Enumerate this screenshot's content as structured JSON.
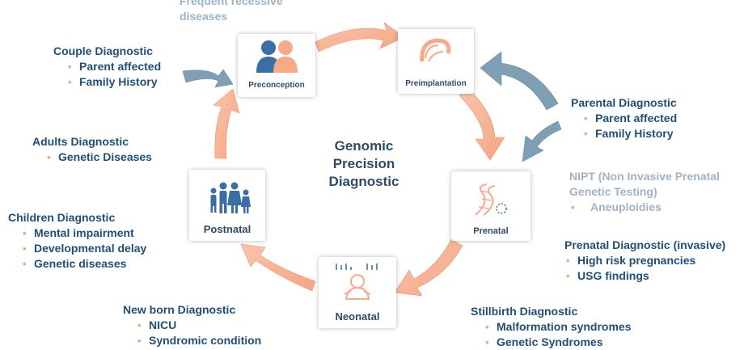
{
  "center": {
    "line1": "Genomic",
    "line2": "Precision",
    "line3": "Diagnostic"
  },
  "nodes": {
    "preconception": "Preconception",
    "preimplantation": "Preimplantation",
    "prenatal": "Prenatal",
    "neonatal": "Neonatal",
    "postnatal": "Postnatal"
  },
  "blocks": {
    "top_fragment": {
      "line1": "Frequent recessive",
      "line2": "diseases"
    },
    "couple": {
      "title": "Couple Diagnostic",
      "items": [
        "Parent affected",
        "Family History"
      ]
    },
    "parental": {
      "title": "Parental Diagnostic",
      "items": [
        "Parent affected",
        "Family History"
      ]
    },
    "adults": {
      "title": "Adults Diagnostic",
      "items": [
        "Genetic Diseases"
      ]
    },
    "nipt": {
      "line1": "NIPT (Non Invasive Prenatal",
      "line2": "Genetic Testing)",
      "items": [
        "Aneuploidies"
      ]
    },
    "children": {
      "title": "Children Diagnostic",
      "items": [
        "Mental impairment",
        "Developmental delay",
        "Genetic diseases"
      ]
    },
    "prenatal_invasive": {
      "title": "Prenatal Diagnostic (invasive)",
      "items": [
        "High risk pregnancies",
        "USG findings"
      ]
    },
    "newborn": {
      "title": "New born Diagnostic",
      "items": [
        "NICU",
        "Syndromic condition"
      ]
    },
    "stillbirth": {
      "title": "Stillbirth Diagnostic",
      "items": [
        "Malformation syndromes",
        "Genetic Syndromes"
      ]
    }
  },
  "colors": {
    "arrow_salmon": "#f6b394",
    "arrow_blue": "#7f9fb5",
    "text_dark": "#1f4e79",
    "text_grey": "#9fb3c6",
    "bullet": "#f4a582",
    "icon_blue": "#3a6ea5",
    "icon_salmon": "#f7a98a"
  }
}
